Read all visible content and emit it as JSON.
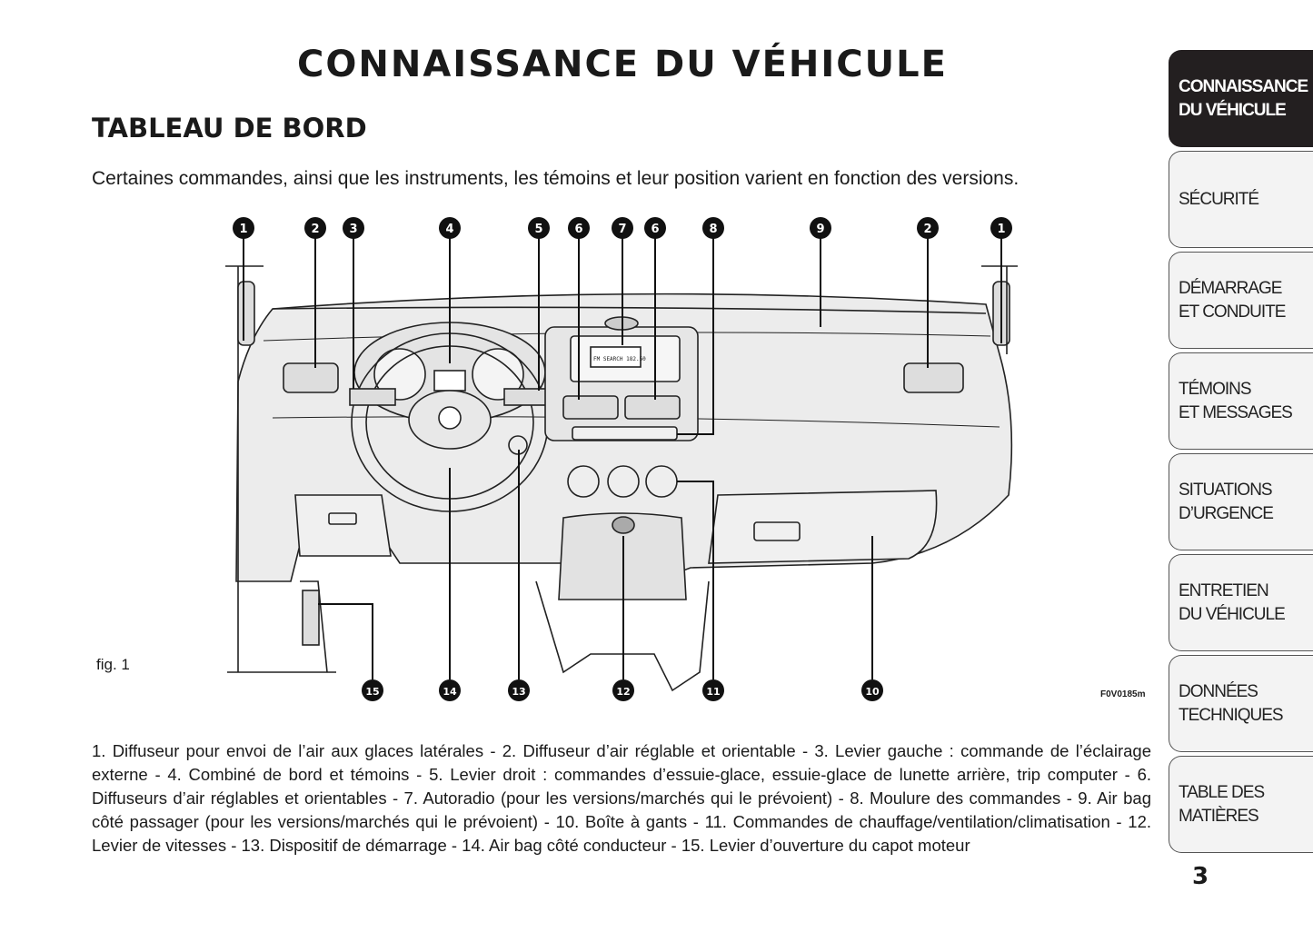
{
  "header": {
    "title": "CONNAISSANCE DU VÉHICULE"
  },
  "section": {
    "title": "TABLEAU DE BORD"
  },
  "intro": "Certaines commandes, ainsi que les instruments, les témoins et leur position varient en fonction des versions.",
  "figure": {
    "label": "fig. 1",
    "code": "F0V0185m",
    "top_callouts": [
      "1",
      "2",
      "3",
      "4",
      "5",
      "6",
      "7",
      "6",
      "8",
      "9",
      "2",
      "1"
    ],
    "bottom_callouts": [
      "15",
      "14",
      "13",
      "12",
      "11",
      "10"
    ],
    "radio_display": "FM  SEARCH  182.50"
  },
  "caption": "1. Diffuseur pour envoi de l’air aux glaces latérales - 2. Diffuseur d’air réglable et orientable - 3. Levier gauche : commande de l’éclairage externe - 4. Combiné de bord et témoins - 5. Levier droit : commandes d’essuie-glace, essuie-glace de lunette arrière, trip computer - 6. Diffuseurs d’air réglables et orientables - 7. Autoradio (pour les versions/marchés qui le prévoient) - 8. Moulure des commandes - 9. Air bag côté passager (pour les versions/marchés qui le prévoient) - 10. Boîte à gants - 11. Commandes de chauffage/ventilation/climatisation - 12. Levier de vitesses - 13. Dispositif de démarrage - 14. Air bag côté conducteur - 15. Levier d’ouverture du capot moteur",
  "tabs": [
    {
      "label": "CONNAISSANCE\nDU VÉHICULE",
      "active": true
    },
    {
      "label": "SÉCURITÉ",
      "active": false
    },
    {
      "label": "DÉMARRAGE\nET CONDUITE",
      "active": false
    },
    {
      "label": "TÉMOINS\nET MESSAGES",
      "active": false
    },
    {
      "label": "SITUATIONS\nD’URGENCE",
      "active": false
    },
    {
      "label": "ENTRETIEN\nDU VÉHICULE",
      "active": false
    },
    {
      "label": "DONNÉES\nTECHNIQUES",
      "active": false
    },
    {
      "label": "TABLE DES\nMATIÈRES",
      "active": false
    }
  ],
  "page_number": "3"
}
